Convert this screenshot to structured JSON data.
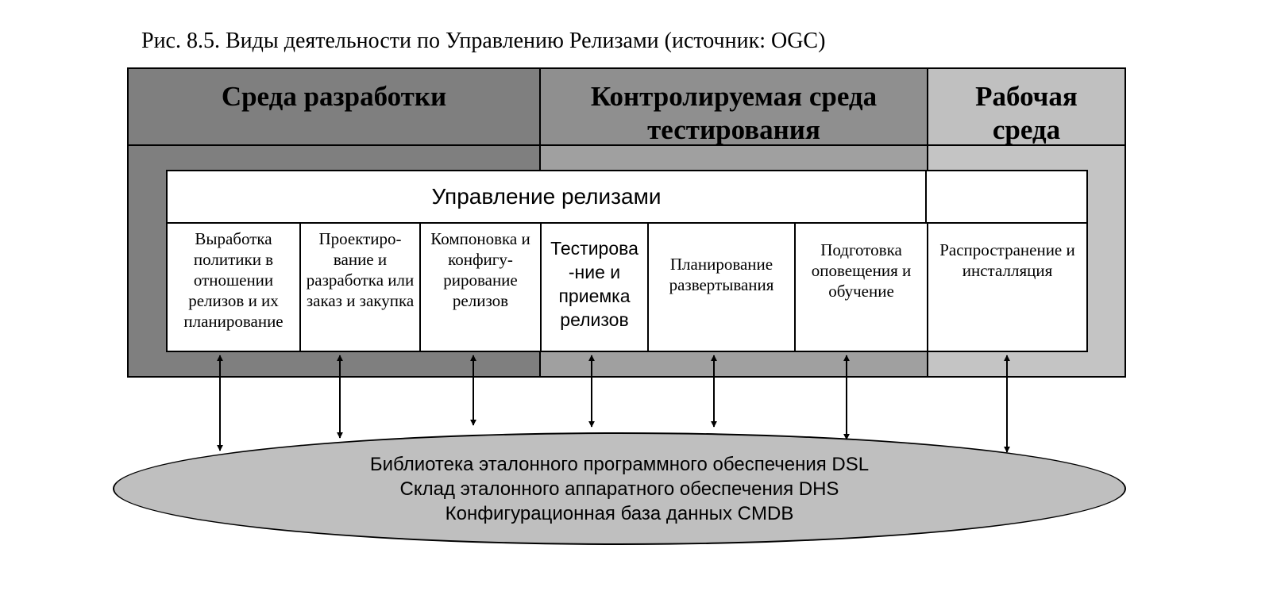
{
  "caption": "Рис. 8.5. Виды деятельности по Управлению Релизами (источник: OGC)",
  "environments": {
    "development": "Среда разработки",
    "testing_line1": "Контролируемая среда",
    "testing_line2": "тестирования",
    "production_line1": "Рабочая",
    "production_line2": "среда"
  },
  "release_management": {
    "title": "Управление релизами",
    "activities": [
      "Выработка политики в отношении релизов и их планирование",
      "Проектиро-вание и разработка или заказ и закупка",
      "Компоновка и конфигу-рирование релизов",
      "Тестирова -ние и приемка релизов",
      "Планирование развертывания",
      "Подготовка оповещения и обучение",
      "Распространение и инсталляция"
    ]
  },
  "library": {
    "line1": "Библиотека эталонного программного обеспечения DSL",
    "line2": "Склад эталонного аппаратного обеспечения DHS",
    "line3": "Конфигурационная база данных CMDB"
  }
}
